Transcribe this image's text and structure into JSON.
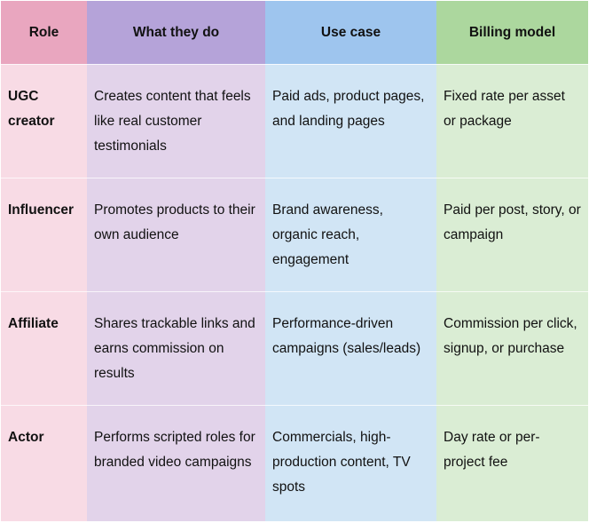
{
  "table": {
    "headers": [
      "Role",
      "What they do",
      "Use case",
      "Billing model"
    ],
    "rows": [
      [
        "UGC creator",
        "Creates content that feels like real customer testimonials",
        "Paid ads, product pages, and landing pages",
        "Fixed rate per asset or package"
      ],
      [
        "Influencer",
        "Promotes products to their own audience",
        "Brand awareness, organic reach, engagement",
        "Paid per post, story, or campaign"
      ],
      [
        "Affiliate",
        "Shares trackable links and earns commission on results",
        "Performance-driven campaigns (sales/leads)",
        "Commission per click, signup, or purchase"
      ],
      [
        "Actor",
        "Performs scripted roles for branded video campaigns",
        "Commercials, high-production content, TV spots",
        "Day rate or per-project fee"
      ]
    ]
  },
  "colors": {
    "role_header": "#e9a6bf",
    "role_body": "#f8dbe5",
    "what_header": "#b5a3d9",
    "what_body": "#e2d3ea",
    "use_header": "#9ec5ee",
    "use_body": "#d1e5f5",
    "billing_header": "#acd79e",
    "billing_body": "#daedd4"
  }
}
